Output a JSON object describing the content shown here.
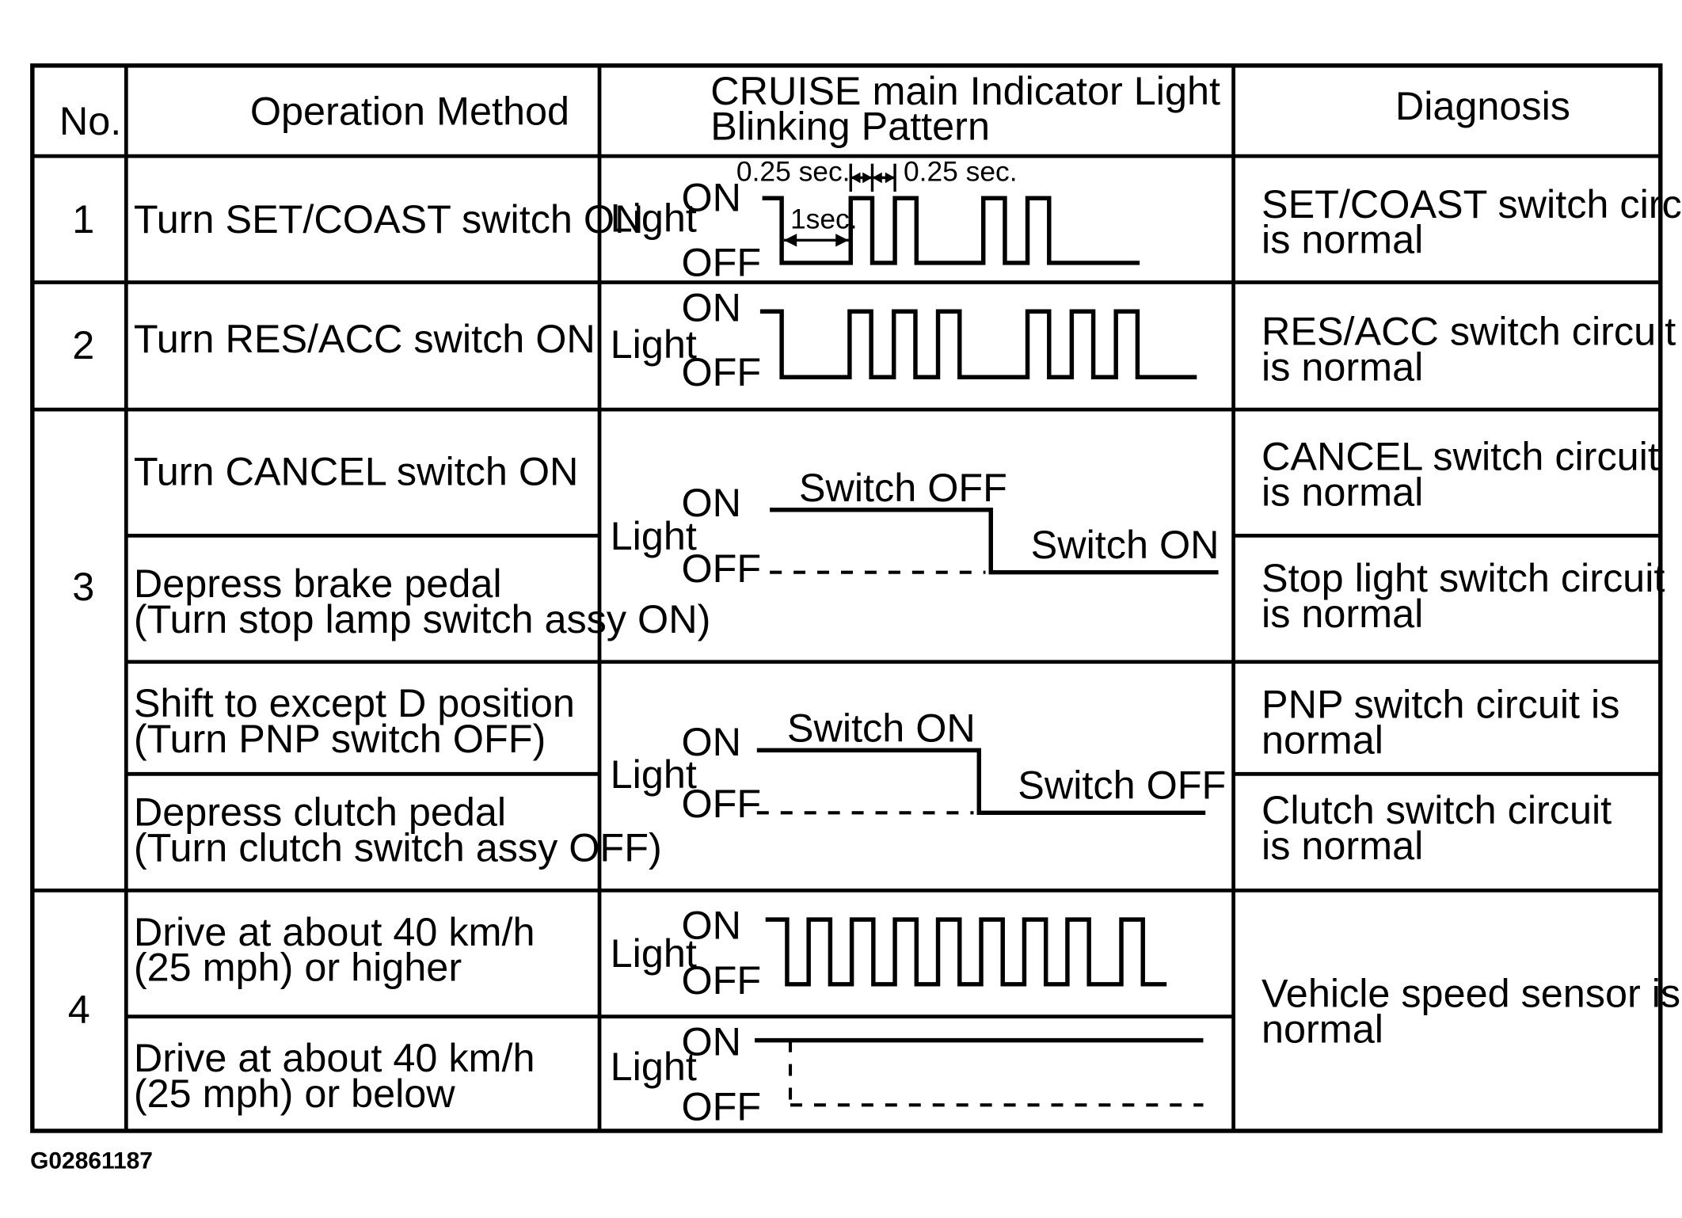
{
  "header": {
    "no": "No.",
    "operation": "Operation Method",
    "pattern_line1": "CRUISE main Indicator Light",
    "pattern_line2": "Blinking Pattern",
    "diagnosis": "Diagnosis"
  },
  "signal_labels": {
    "light": "Light",
    "on": "ON",
    "off": "OFF"
  },
  "rows": {
    "r1": {
      "no": "1",
      "operation": "Turn SET/COAST switch ON",
      "diagnosis_line1": "SET/COAST switch circuit",
      "diagnosis_line2": "is normal",
      "timing_left": "0.25 sec.",
      "timing_right": "0.25 sec.",
      "timing_interval": "1sec."
    },
    "r2": {
      "no": "2",
      "operation": "Turn RES/ACC switch ON",
      "diagnosis_line1": "RES/ACC switch circuit",
      "diagnosis_line2": "is normal"
    },
    "r3": {
      "no": "3",
      "cancel_operation": "Turn CANCEL switch ON",
      "cancel_diagnosis_line1": "CANCEL switch circuit",
      "cancel_diagnosis_line2": "is normal",
      "brake_operation_line1": "Depress brake pedal",
      "brake_operation_line2": "(Turn stop lamp switch assy ON)",
      "brake_diagnosis_line1": "Stop light switch circuit",
      "brake_diagnosis_line2": "is normal",
      "wave_a_label_high": "Switch OFF",
      "wave_a_label_low": "Switch ON",
      "pnp_operation_line1": "Shift to except D position",
      "pnp_operation_line2": "(Turn PNP switch OFF)",
      "pnp_diagnosis_line1": "PNP switch circuit is",
      "pnp_diagnosis_line2": "normal",
      "clutch_operation_line1": "Depress clutch pedal",
      "clutch_operation_line2": "(Turn clutch switch assy OFF)",
      "clutch_diagnosis_line1": "Clutch switch circuit",
      "clutch_diagnosis_line2": "is normal",
      "wave_b_label_high": "Switch ON",
      "wave_b_label_low": "Switch OFF"
    },
    "r4": {
      "no": "4",
      "higher_operation_line1": "Drive at about 40 km/h",
      "higher_operation_line2": "(25 mph) or higher",
      "below_operation_line1": "Drive at about 40 km/h",
      "below_operation_line2": "(25 mph) or below",
      "diagnosis_line1": "Vehicle speed sensor is",
      "diagnosis_line2": "normal"
    }
  },
  "figure_id": "G02861187"
}
